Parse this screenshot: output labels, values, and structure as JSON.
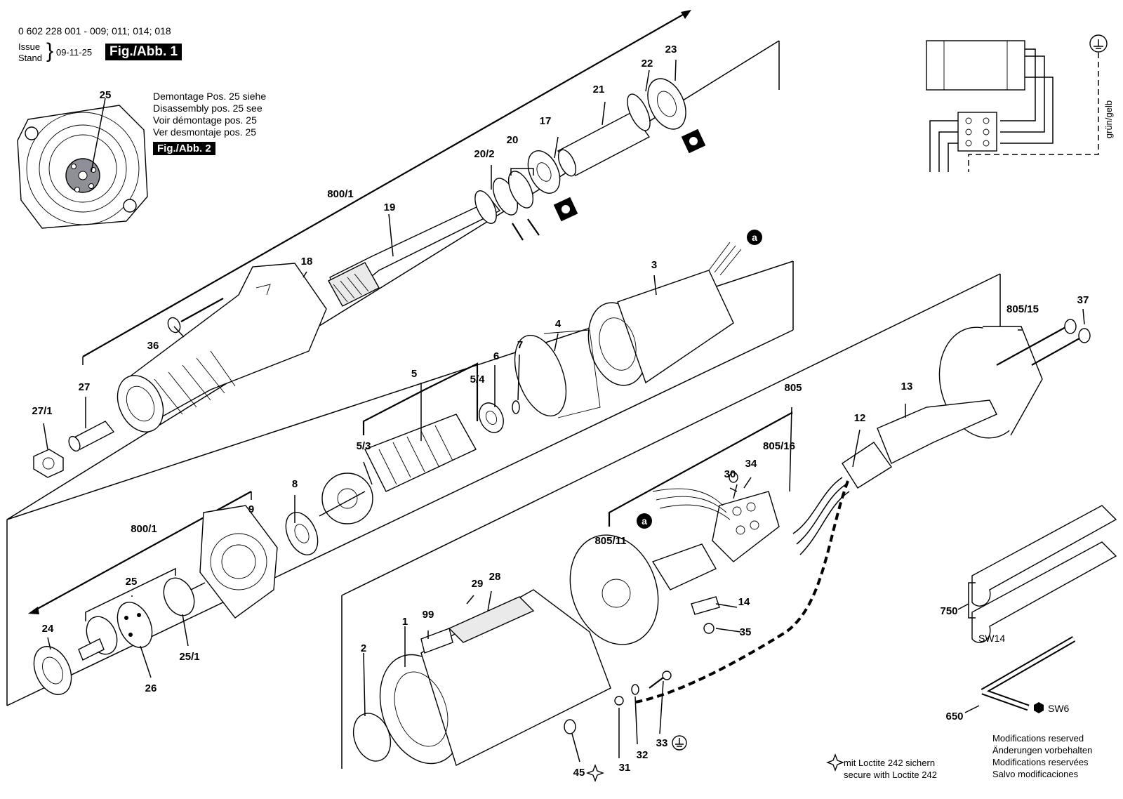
{
  "header": {
    "part_numbers": "0 602 228 001 - 009; 011; 014; 018",
    "issue_label_1": "Issue",
    "issue_label_2": "Stand",
    "issue_date": "09-11-25",
    "figure_label": "Fig./Abb. 1"
  },
  "note_disassembly": {
    "lines": [
      "Demontage Pos. 25 siehe",
      "Disassembly pos. 25 see",
      "Voir démontage pos. 25",
      "Ver desmontaje pos. 25"
    ],
    "figure_ref": "Fig./Abb. 2"
  },
  "wiring": {
    "wire_color_label": "grün/gelb"
  },
  "part_labels": {
    "p25_inset": "25",
    "p800_1_top": "800/1",
    "p19": "19",
    "p20_2": "20/2",
    "p20": "20",
    "p17": "17",
    "p21": "21",
    "p22": "22",
    "p23": "23",
    "p18": "18",
    "p36": "36",
    "p27": "27",
    "p27_1": "27/1",
    "p3": "3",
    "p4": "4",
    "p7": "7",
    "p6": "6",
    "p5": "5",
    "p5_4": "5/4",
    "p5_3": "5/3",
    "p8": "8",
    "p9": "9",
    "p800_1_bottom": "800/1",
    "p25": "25",
    "p24": "24",
    "p26": "26",
    "p25_1": "25/1",
    "p805_15": "805/15",
    "p37": "37",
    "p805": "805",
    "p13": "13",
    "p12": "12",
    "p805_16": "805/16",
    "p30": "30",
    "p34": "34",
    "p805_11": "805/11",
    "p14": "14",
    "p35": "35",
    "p28": "28",
    "p29": "29",
    "p99": "99",
    "p1": "1",
    "p2": "2",
    "p45": "45",
    "p31": "31",
    "p32": "32",
    "p33": "33",
    "p750": "750",
    "p650": "650",
    "a_top": "a",
    "a_mid": "a"
  },
  "wrench": {
    "size_label": "SW14"
  },
  "hex_key": {
    "size_label": "SW6"
  },
  "loctite_note": {
    "line1": "mit Loctite 242 sichern",
    "line2": "secure with Loctite 242"
  },
  "modifications_note": {
    "lines": [
      "Modifications reserved",
      "Änderungen vorbehalten",
      "Modifications reservées",
      "Salvo modificaciones"
    ]
  }
}
